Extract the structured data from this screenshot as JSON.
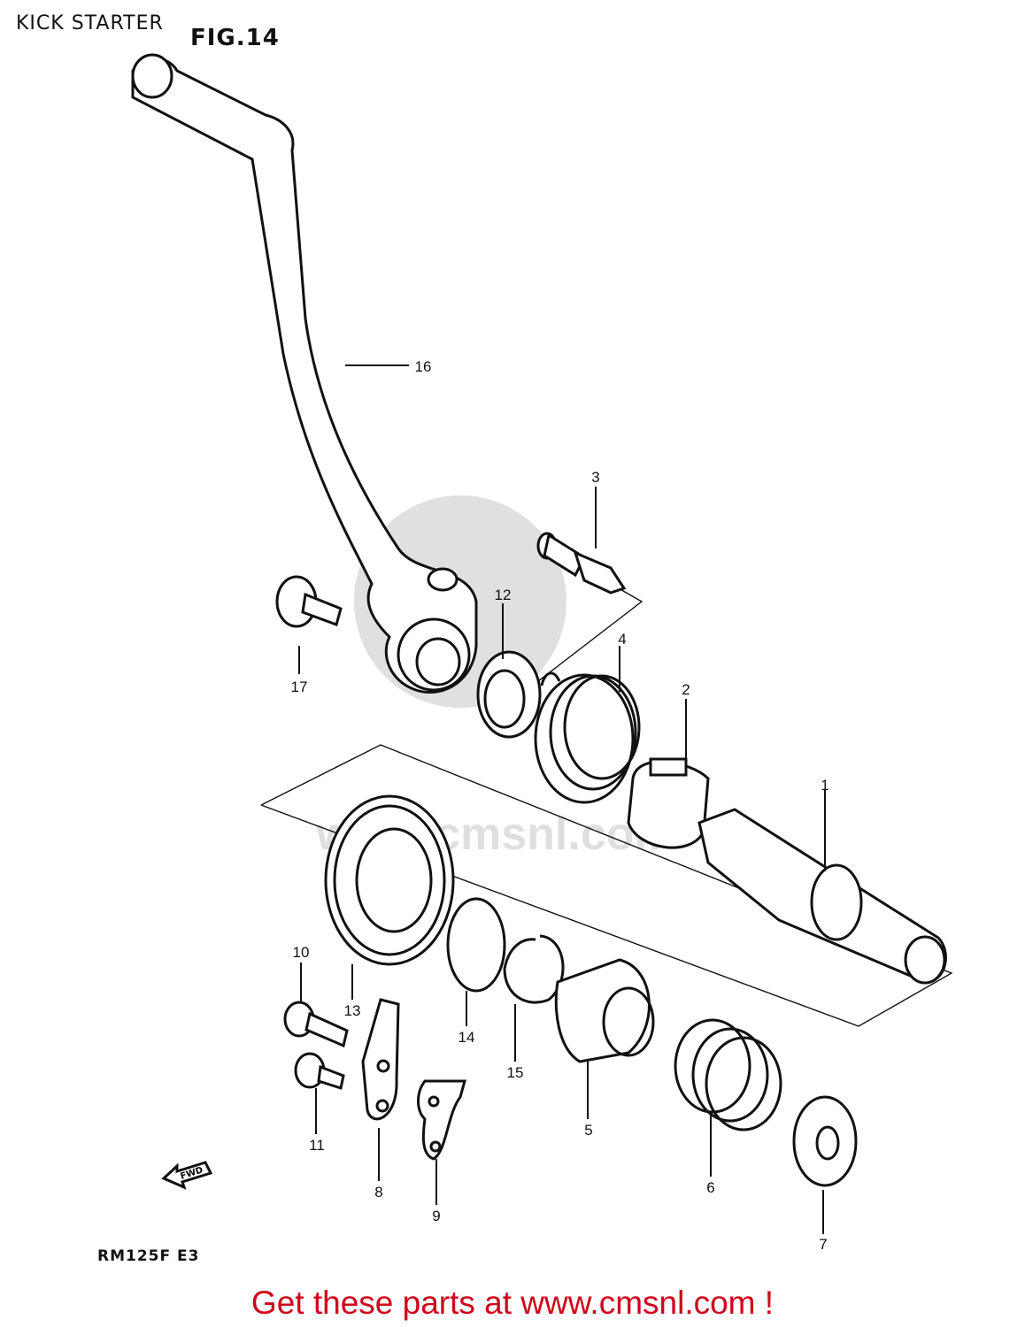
{
  "header": {
    "title": "KICK STARTER"
  },
  "figure": {
    "label": "FIG.14"
  },
  "model": {
    "code": "RM125F  E3"
  },
  "fwd_marker": {
    "text": "FWD"
  },
  "promo": {
    "text": "Get these parts at www.cmsnl.com !"
  },
  "watermark": {
    "text": "www.cmsnl.com"
  },
  "callouts": [
    "1",
    "2",
    "3",
    "4",
    "5",
    "6",
    "7",
    "8",
    "9",
    "10",
    "11",
    "12",
    "13",
    "14",
    "15",
    "16",
    "17"
  ]
}
